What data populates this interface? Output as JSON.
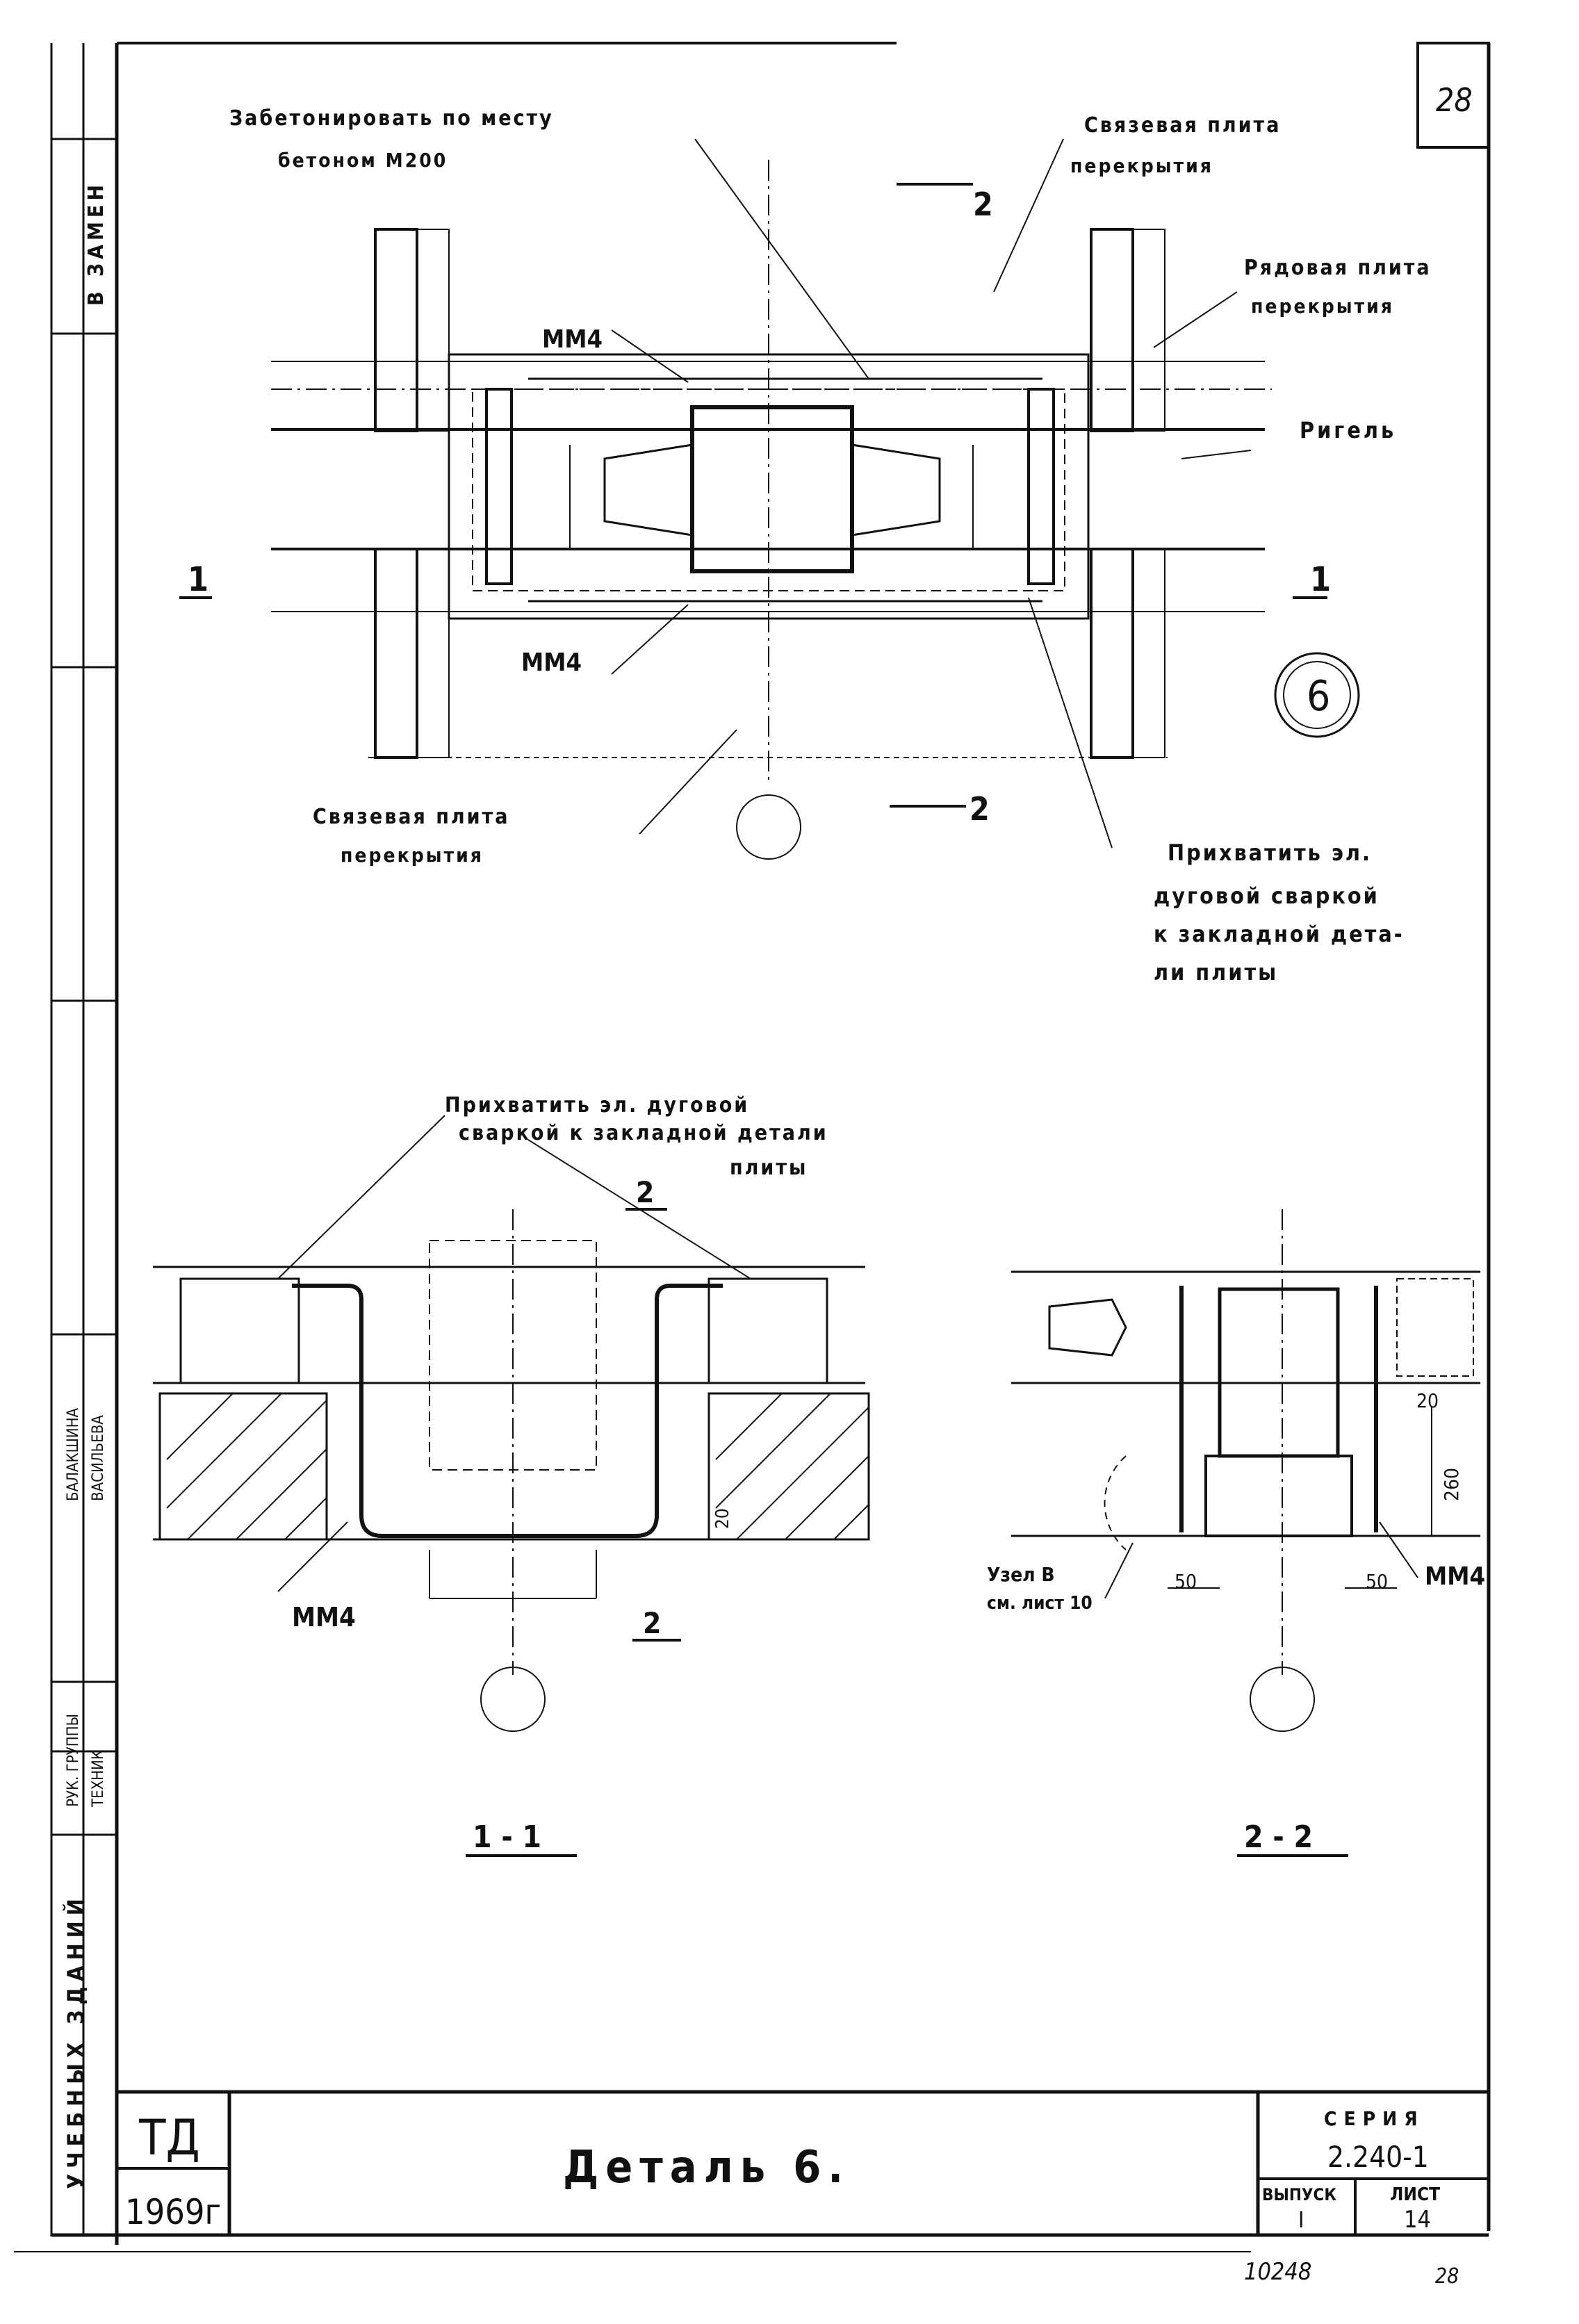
{
  "sheet_number": "28",
  "title_block": {
    "org": "ТД",
    "year": "1969г",
    "title": "Деталь 6.",
    "series_label": "СЕРИЯ",
    "series_value": "2.240-1",
    "issue_label": "ВЫПУСК",
    "issue_value": "I",
    "sheet_label": "ЛИСТ",
    "sheet_value": "14",
    "footer_left": "10248",
    "footer_right": "28"
  },
  "side_strip": {
    "vzamen": "В ЗАМЕН",
    "building_type": "УЧЕБНЫХ ЗДАНИЙ",
    "roles": [
      "РУК. ГРУППЫ",
      "ТЕХНИК"
    ],
    "names": [
      "БАЛАКШИНА",
      "ВАСИЛЬЕВА"
    ]
  },
  "plan": {
    "note_concrete_line1": "Забетонировать по месту",
    "note_concrete_line2": "бетоном М200",
    "note_tie_plate_top_1": "Связевая плита",
    "note_tie_plate_top_2": "перекрытия",
    "note_row_plate_1": "Рядовая плита",
    "note_row_plate_2": "перекрытия",
    "note_girder": "Ригель",
    "mm4_top": "ММ4",
    "mm4_bottom": "ММ4",
    "cut_left": "1",
    "cut_right": "1",
    "cut_top": "2",
    "cut_bottom": "2",
    "detail_mark": "6",
    "note_tie_plate_bottom_1": "Связевая плита",
    "note_tie_plate_bottom_2": "перекрытия",
    "note_weld_1": "Прихватить эл.",
    "note_weld_2": "дуговой сваркой",
    "note_weld_3": "к закладной дета-",
    "note_weld_4": "ли плиты"
  },
  "section_1_1": {
    "note_weld_1": "Прихватить эл. дуговой",
    "note_weld_2": "сваркой к закладной детали",
    "note_weld_3": "плиты",
    "cut_mark_top": "2",
    "cut_mark_bottom": "2",
    "dim_20": "20",
    "mm4": "ММ4",
    "title": "1 - 1"
  },
  "section_2_2": {
    "dim_20": "20",
    "dim_260": "260",
    "dim_50_left": "50",
    "dim_50_right": "50",
    "mm4": "ММ4",
    "node_ref_1": "Узел В",
    "node_ref_2": "см. лист 10",
    "title": "2 - 2"
  }
}
